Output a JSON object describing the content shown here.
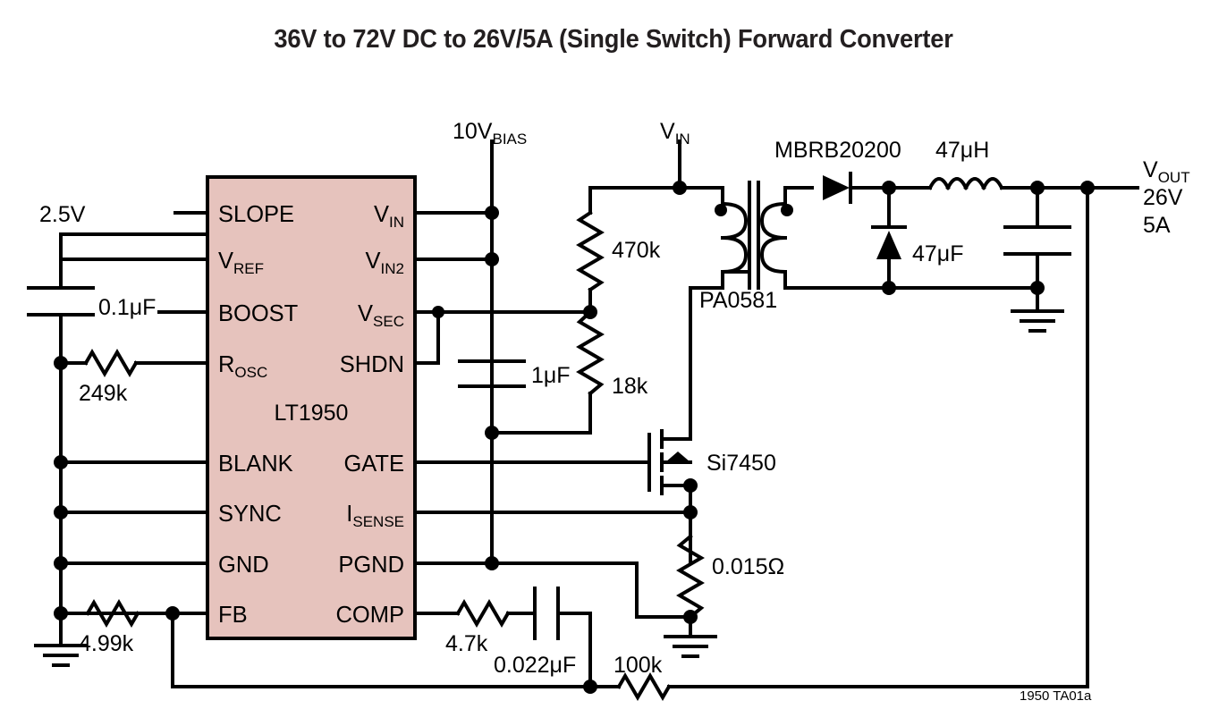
{
  "title": "36V to 72V DC to 26V/5A (Single Switch) Forward Converter",
  "footer_caption": "1950 TA01a",
  "colors": {
    "ic_fill": "#e6c3bd",
    "wire": "#000000",
    "text": "#000000",
    "background": "#ffffff"
  },
  "ic": {
    "name": "LT1950",
    "pins_left": [
      {
        "label": "SLOPE",
        "sub": ""
      },
      {
        "label": "V",
        "sub": "REF"
      },
      {
        "label": "BOOST",
        "sub": ""
      },
      {
        "label": "R",
        "sub": "OSC"
      },
      {
        "label": "BLANK",
        "sub": ""
      },
      {
        "label": "SYNC",
        "sub": ""
      },
      {
        "label": "GND",
        "sub": ""
      },
      {
        "label": "FB",
        "sub": ""
      }
    ],
    "pins_right": [
      {
        "label": "V",
        "sub": "IN"
      },
      {
        "label": "V",
        "sub": "IN2"
      },
      {
        "label": "V",
        "sub": "SEC"
      },
      {
        "label": "SHDN",
        "sub": ""
      },
      {
        "label": "GATE",
        "sub": ""
      },
      {
        "label": "I",
        "sub": "SENSE"
      },
      {
        "label": "PGND",
        "sub": ""
      },
      {
        "label": "COMP",
        "sub": ""
      }
    ]
  },
  "nets": {
    "vref_label": "2.5V",
    "bias_label_main": "10V",
    "bias_label_sub": "BIAS",
    "vin_label": "V",
    "vin_sub": "IN",
    "vout_label": "V",
    "vout_sub": "OUT",
    "vout_voltage": "26V",
    "vout_current": "5A"
  },
  "components": [
    {
      "id": "c-boost",
      "type": "capacitor",
      "value": "0.1μF"
    },
    {
      "id": "r-osc",
      "type": "resistor",
      "value": "249k"
    },
    {
      "id": "r-fb",
      "type": "resistor",
      "value": "4.99k"
    },
    {
      "id": "c-bias",
      "type": "capacitor",
      "value": "1μF"
    },
    {
      "id": "r-start",
      "type": "resistor",
      "value": "470k"
    },
    {
      "id": "r-vsec",
      "type": "resistor",
      "value": "18k"
    },
    {
      "id": "xfmr",
      "type": "transformer",
      "value": "PA0581"
    },
    {
      "id": "d-fwd",
      "type": "diode",
      "value": "MBRB20200"
    },
    {
      "id": "l-out",
      "type": "inductor",
      "value": "47μH"
    },
    {
      "id": "c-out",
      "type": "capacitor",
      "value": "47μF"
    },
    {
      "id": "q-sw",
      "type": "mosfet",
      "value": "Si7450"
    },
    {
      "id": "r-sense",
      "type": "resistor",
      "value": "0.015Ω"
    },
    {
      "id": "r-comp",
      "type": "resistor",
      "value": "4.7k"
    },
    {
      "id": "c-comp",
      "type": "capacitor",
      "value": "0.022μF"
    },
    {
      "id": "r-fb-top",
      "type": "resistor",
      "value": "100k"
    }
  ],
  "values": {
    "c_boost": "0.1μF",
    "r_osc": "249k",
    "r_fb": "4.99k",
    "c_bias": "1μF",
    "r_start": "470k",
    "r_vsec": "18k",
    "xfmr": "PA0581",
    "d_fwd": "MBRB20200",
    "l_out": "47μH",
    "c_out": "47μF",
    "q_sw": "Si7450",
    "r_sense": "0.015Ω",
    "r_comp": "4.7k",
    "c_comp": "0.022μF",
    "r_fb_top": "100k"
  }
}
